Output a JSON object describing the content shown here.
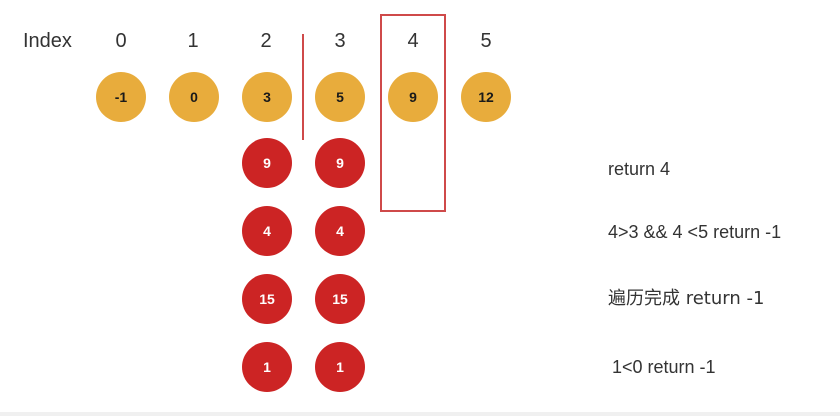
{
  "header": {
    "index_label": "Index",
    "indices": [
      "0",
      "1",
      "2",
      "3",
      "4",
      "5"
    ]
  },
  "array_row": [
    "-1",
    "0",
    "3",
    "5",
    "9",
    "12"
  ],
  "red_columns": {
    "col2": [
      "9",
      "4",
      "15",
      "1"
    ],
    "col3": [
      "9",
      "4",
      "15",
      "1"
    ]
  },
  "notes": [
    "return  4",
    "4>3 && 4 <5 return -1",
    "遍历完成 return -1",
    "1<0 return -1"
  ],
  "colors": {
    "orange": "#e8ac3c",
    "red": "#cc2424",
    "outline_red": "#cf4a4a",
    "text": "#333333"
  }
}
